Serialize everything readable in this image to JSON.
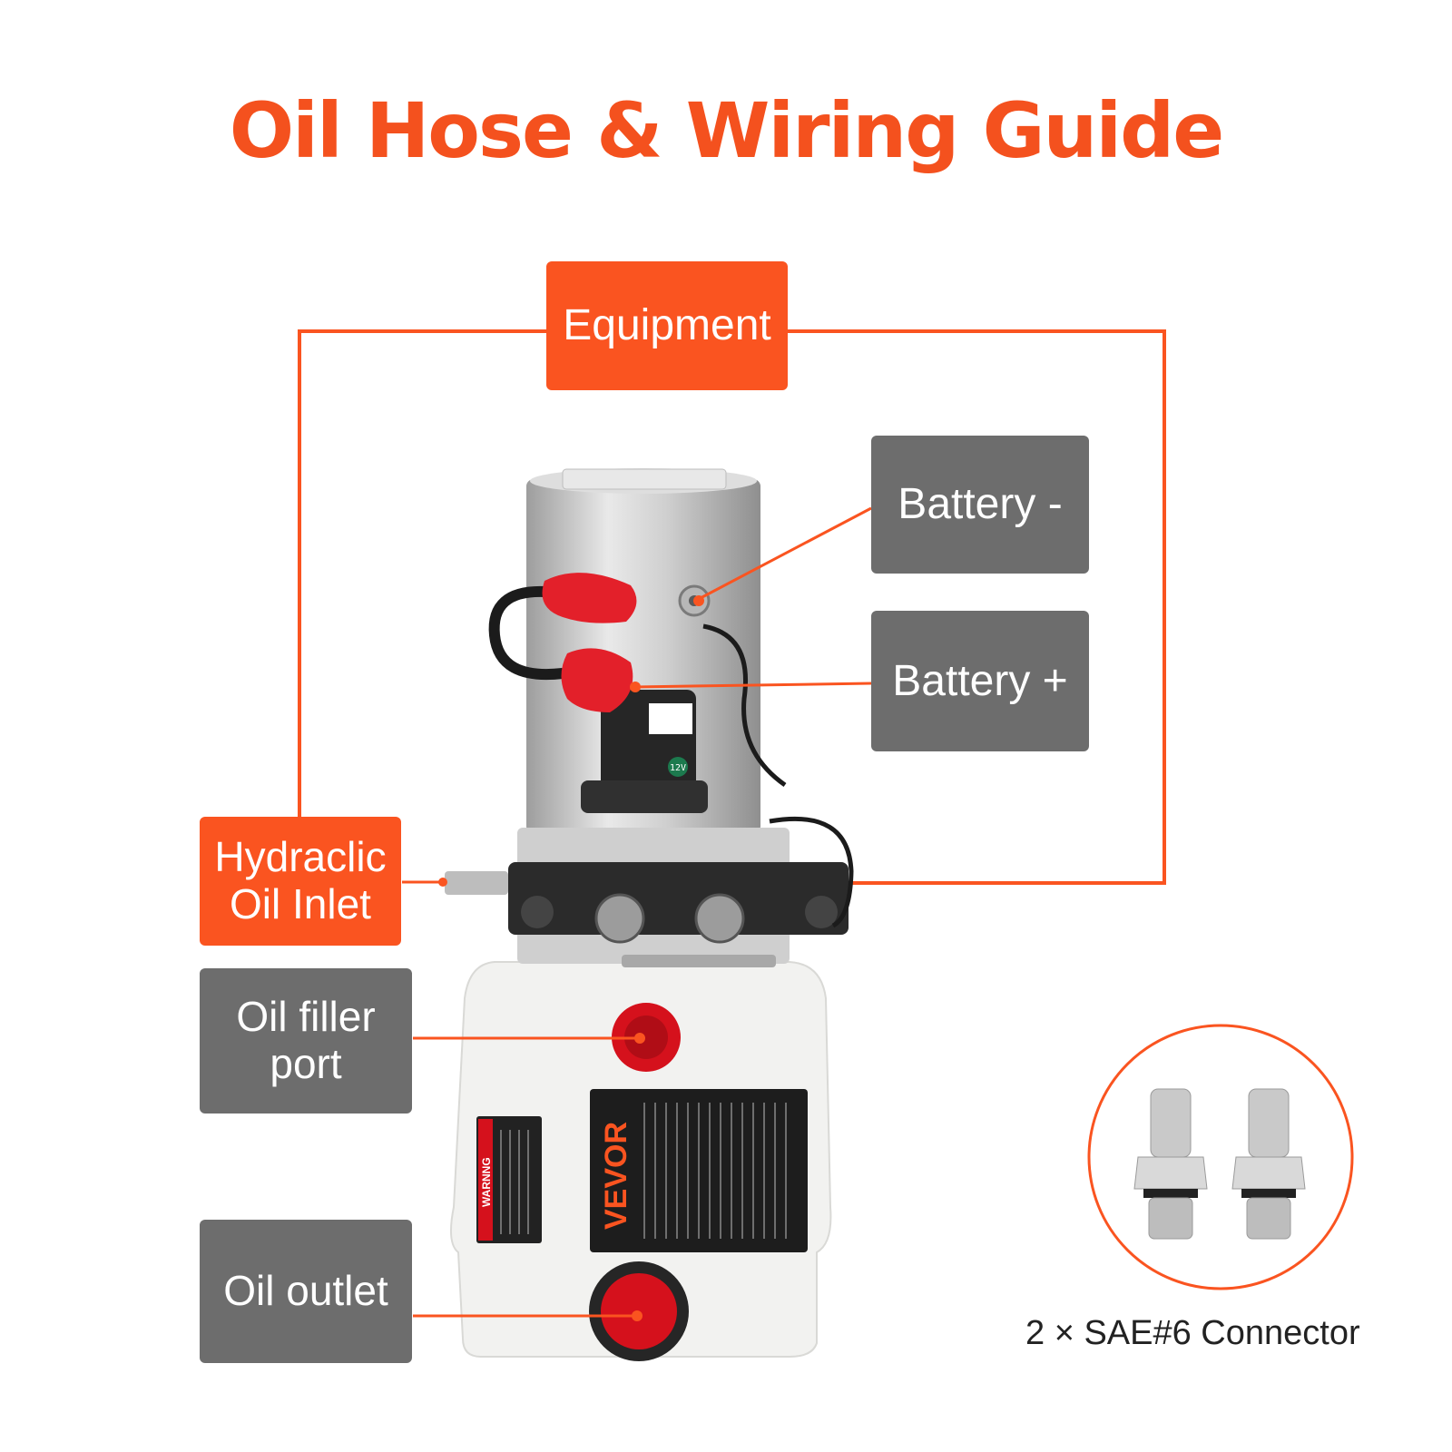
{
  "title": "Oil Hose & Wiring Guide",
  "labels": {
    "equipment": "Equipment",
    "battery_minus": "Battery -",
    "battery_plus": "Battery +",
    "hydraulic_inlet_line1": "Hydraclic",
    "hydraulic_inlet_line2": "Oil Inlet",
    "filler_line1": "Oil filler",
    "filler_line2": "port",
    "outlet": "Oil outlet"
  },
  "product": {
    "brand": "VEVOR",
    "voltage": "12V",
    "warning_title": "WARNNG"
  },
  "connector_caption": "2 × SAE#6 Connector",
  "colors": {
    "accent": "#fa5420",
    "gray_box": "#6d6d6d",
    "title": "#f4511e"
  },
  "icons": [
    "hydraulic-pump-unit-image",
    "sae6-connector-image"
  ]
}
